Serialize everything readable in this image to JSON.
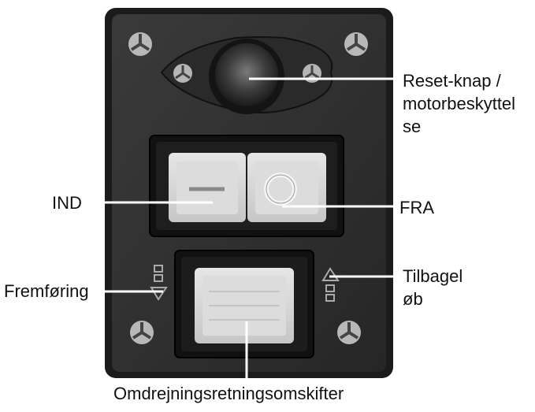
{
  "labels": {
    "reset": [
      "Reset-knap /",
      "motorbeskyttel",
      "se"
    ],
    "ind": "IND",
    "fra": "FRA",
    "fremforing": "Fremføring",
    "tilbageløb": [
      "Tilbagel",
      "øb"
    ],
    "omdrejning": "Omdrejningsretningsomskifter"
  },
  "colors": {
    "panel": "#2e2e2e",
    "button_face": "#d8d8d8",
    "leader": "#ffffff",
    "text": "#111111"
  }
}
